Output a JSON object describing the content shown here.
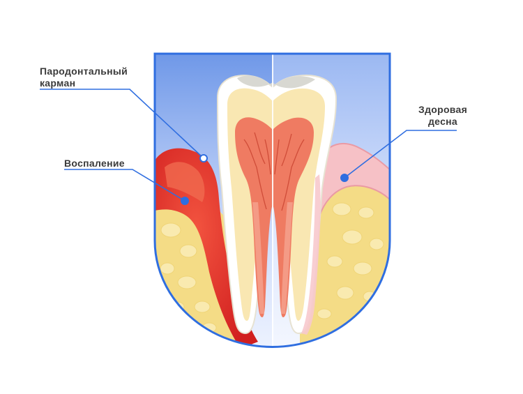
{
  "labels": {
    "pocket": [
      "Пародонтальный",
      "карман"
    ],
    "inflammation": "Воспаление",
    "healthy_gum": [
      "Здоровая",
      "десна"
    ]
  },
  "colors": {
    "frame": "#2f6ee0",
    "background_top": "#6f98e8",
    "background_bottom": "#eef3ff",
    "bone": "#f4dc86",
    "bone_spot": "#f7e8a9",
    "enamel": "#ffffff",
    "dentin": "#f9e7b2",
    "pulp": "#ef7b62",
    "pulp_inner": "#e0563e",
    "inflamed_gum": "#e0332a",
    "healthy_gum": "#f6c1c6",
    "leader": "#2f6ee0"
  }
}
